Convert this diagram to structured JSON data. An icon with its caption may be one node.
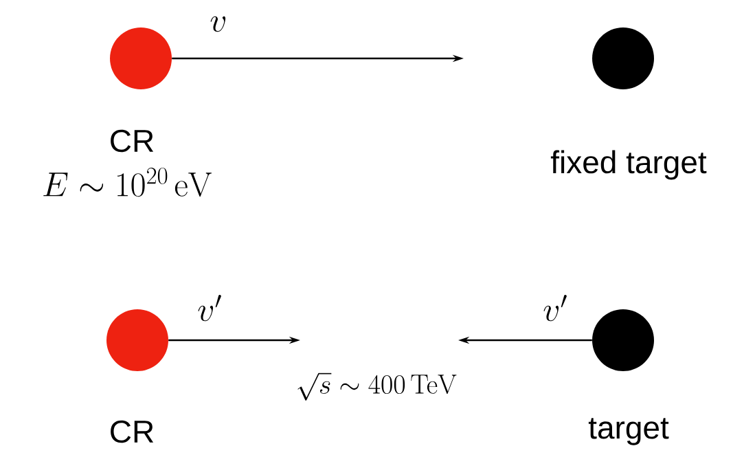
{
  "diagram": {
    "nodes": [
      {
        "text": [],
        "shape": "circle",
        "beside": [
          "CR"
        ]
      },
      {
        "text": [],
        "shape": "circle",
        "beside": [
          "fixed target"
        ]
      },
      {
        "text": [],
        "shape": "circle",
        "beside": [
          "CR"
        ]
      },
      {
        "text": [],
        "shape": "circle",
        "beside": [
          "target"
        ]
      }
    ],
    "edges": [
      {
        "from": 0,
        "to": null,
        "arrow": "to",
        "label": "v"
      },
      {
        "from": 2,
        "to": null,
        "arrow": "to",
        "label": "v'"
      },
      {
        "from": 3,
        "to": null,
        "arrow": "to",
        "label": "v'"
      }
    ],
    "labels": [
      "E \\sim 10^{20}\\,\\mathrm{eV}",
      "\\sqrt{s} \\sim 400\\,\\mathrm{TeV}"
    ]
  }
}
